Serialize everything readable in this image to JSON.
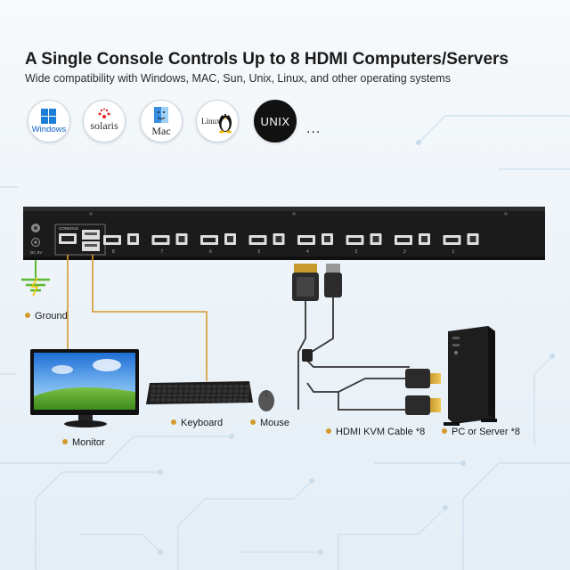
{
  "header": {
    "title": "A Single Console Controls Up to 8 HDMI Computers/Servers",
    "subtitle": "Wide compatibility with Windows, MAC, Sun, Unix, Linux, and other operating systems"
  },
  "os_logos": [
    {
      "label": "Windows",
      "icon": "windows-logo-icon"
    },
    {
      "label": "solaris",
      "icon": "solaris-logo-icon"
    },
    {
      "label": "Mac",
      "icon": "mac-logo-icon"
    },
    {
      "label": "Linux",
      "icon": "linux-tux-icon"
    },
    {
      "label": "UNIX",
      "icon": "unix-logo-icon"
    }
  ],
  "more_label": "...",
  "device": {
    "console_label": "CONSOLE",
    "power_label": "DC 5V",
    "port_numbers": [
      "8",
      "7",
      "6",
      "5",
      "4",
      "3",
      "2",
      "1"
    ]
  },
  "captions": {
    "ground": "Ground",
    "monitor": "Monitor",
    "keyboard": "Keyboard",
    "mouse": "Mouse",
    "cable": "HDMI KVM Cable *8",
    "pc": "PC or Server *8"
  },
  "colors": {
    "accent": "#d49a2c",
    "ground": "#5cb82e",
    "device_body": "#1b1b1b"
  }
}
